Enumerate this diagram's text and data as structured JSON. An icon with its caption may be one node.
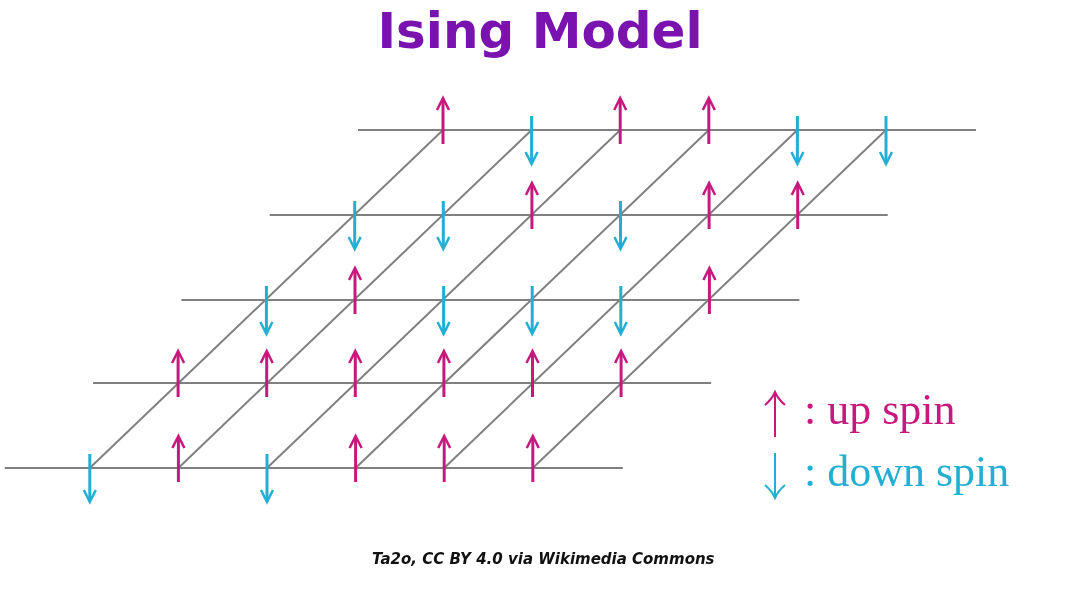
{
  "diagram": {
    "title": "Ising Model",
    "caption": "Ta2o, CC BY 4.0 via Wikimedia Commons",
    "legend": [
      {
        "text": ": up spin",
        "color": "#c8177d"
      },
      {
        "text": ": down spin",
        "color": "#23aed3"
      }
    ]
  }
}
